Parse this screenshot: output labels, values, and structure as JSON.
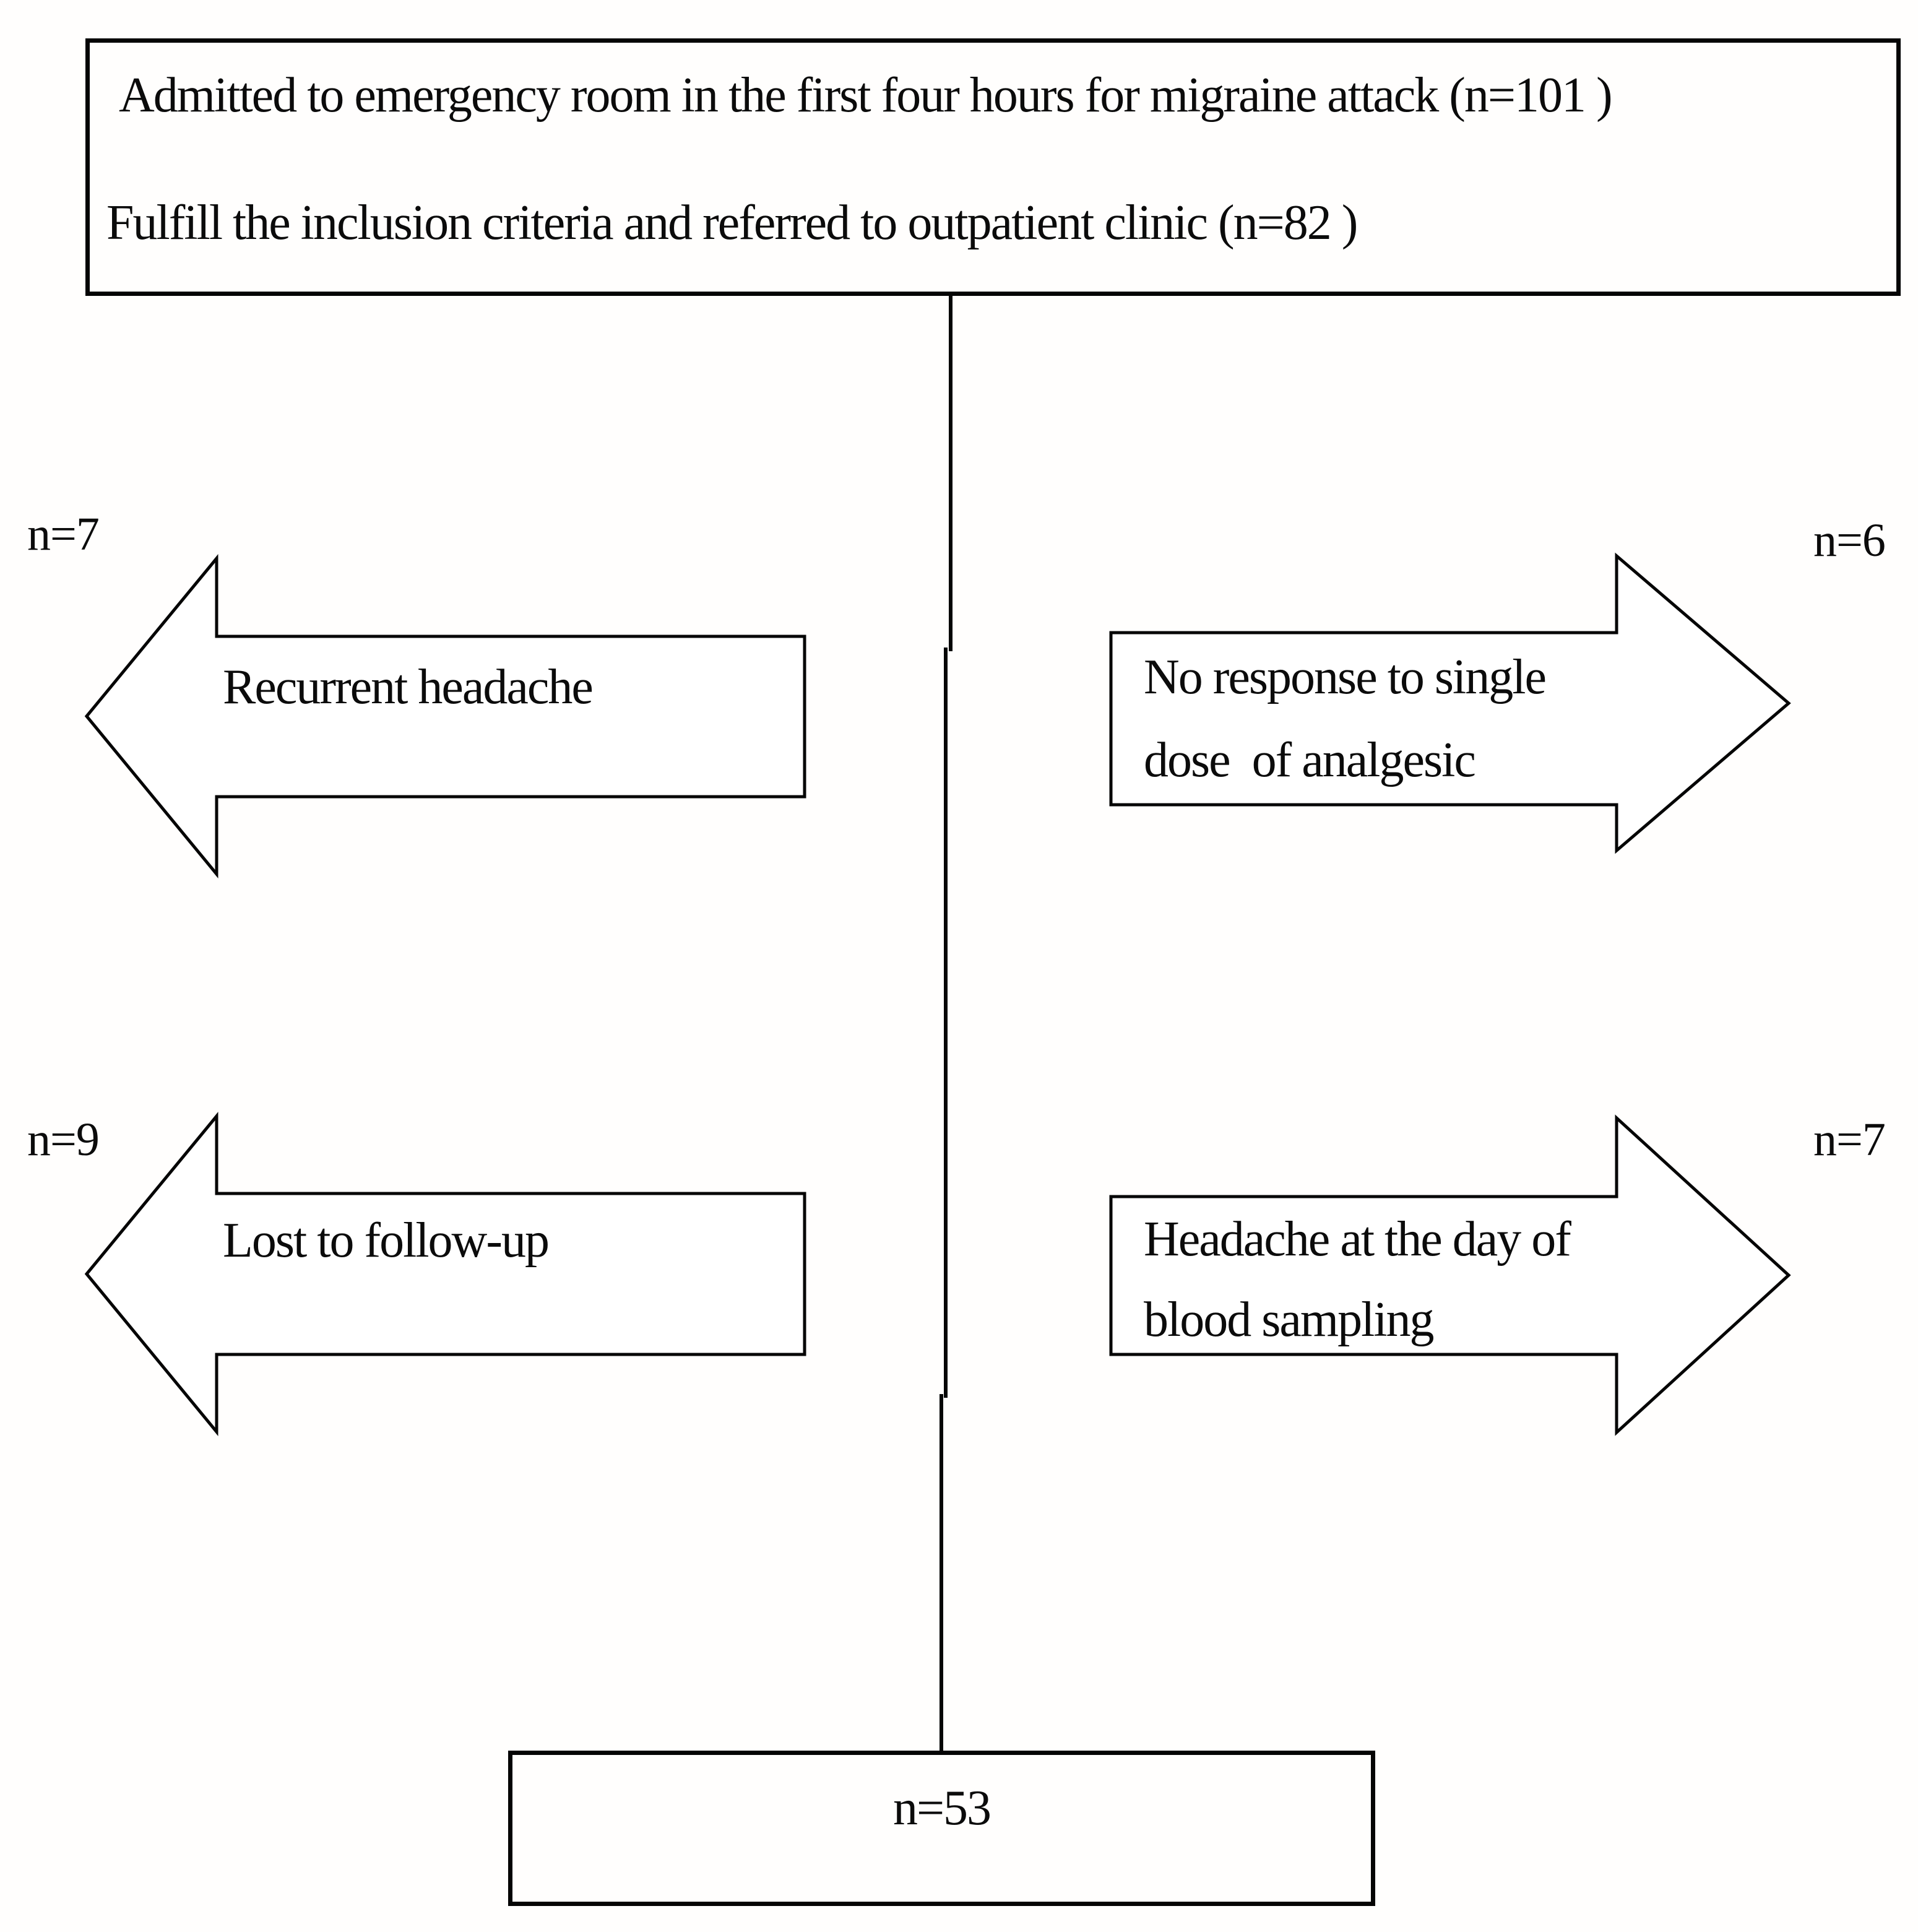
{
  "top_box": {
    "line1": "Admitted to emergency room in the first four hours for migraine attack (n=101 )",
    "line2": "Fulfill the inclusion criteria and referred to outpatient clinic (n=82 )"
  },
  "exclusions": {
    "left1": {
      "count": "n=7",
      "line1": "Recurrent headache"
    },
    "right1": {
      "count": "n=6",
      "line1": "No response to single",
      "line2": "dose  of analgesic"
    },
    "left2": {
      "count": "n=9",
      "line1": "Lost to follow-up"
    },
    "right2": {
      "count": "n=7",
      "line1": "Headache at the day of",
      "line2": "blood sampling"
    }
  },
  "bottom_box": {
    "label": "n=53"
  },
  "colors": {
    "stroke": "#050505",
    "background": "#ffffff"
  }
}
